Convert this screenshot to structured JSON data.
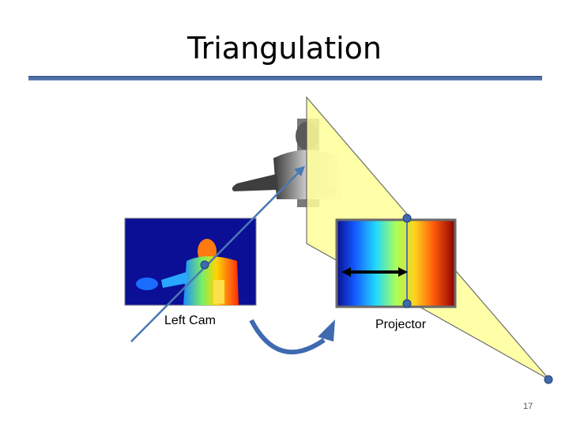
{
  "slide": {
    "title": "Triangulation",
    "page_number": "17"
  },
  "labels": {
    "left_cam": "Left Cam",
    "projector": "Projector"
  },
  "colors": {
    "title_rule": "#4f6fa8",
    "ray": "#4a78b4",
    "plane_fill": "#ffff99",
    "node": "#3f6ab0",
    "depth_background": "#0a0f96"
  }
}
